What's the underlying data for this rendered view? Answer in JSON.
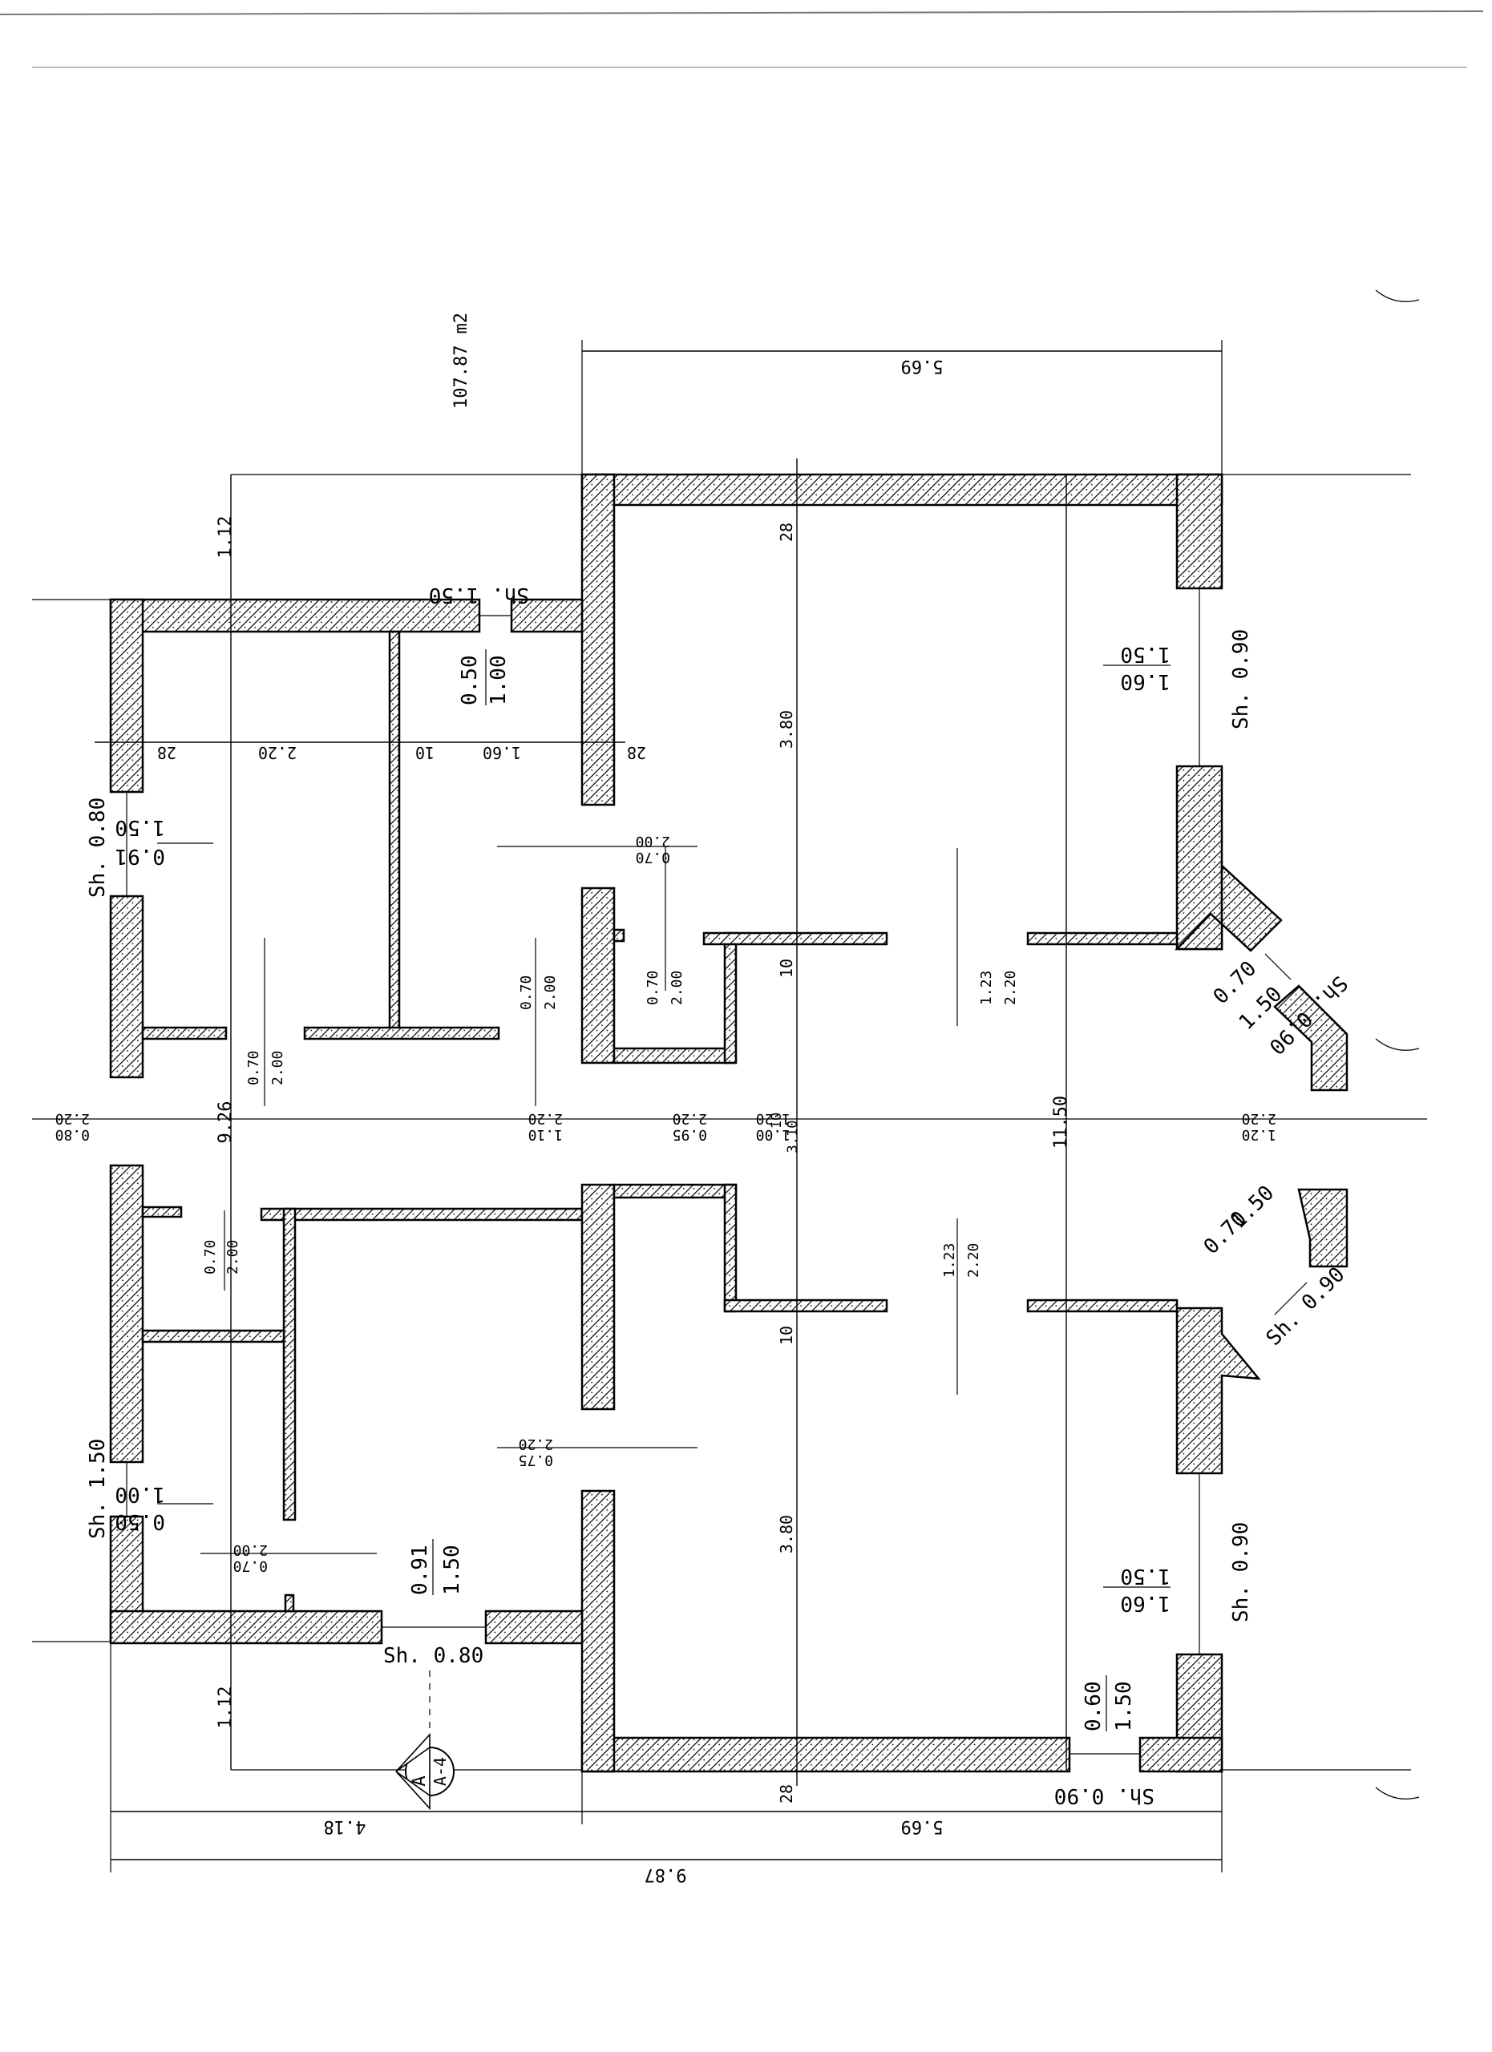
{
  "area": {
    "value": "107.87",
    "unit": "m2"
  },
  "overall_dimensions": {
    "top_width": "5.69",
    "bottom_right_width": "5.69",
    "bottom_left_width": "4.18",
    "total_width": "9.87",
    "right_height": "11.50",
    "left_height": "9.26",
    "left_top_offset": "1.12",
    "left_bottom_offset": "1.12"
  },
  "right_wing_vertical": {
    "top_wall": "28",
    "upper_room": "3.80",
    "upper_partition": "10",
    "middle": "3.10",
    "middle_small": "10",
    "lower_partition": "10",
    "lower_room": "3.80",
    "bottom_wall": "28"
  },
  "left_wing_row": {
    "wall_left": "28",
    "room": "2.20",
    "partition": "10",
    "room2": "1.60",
    "wall_right": "28"
  },
  "openings": {
    "left_window_top": {
      "sh": "Sh. 1.50",
      "w": "0.50",
      "h": "1.00"
    },
    "left_window_side": {
      "sh": "Sh. 0.80",
      "w": "0.91",
      "h": "1.50"
    },
    "right_window_upper": {
      "sh": "Sh. 0.90",
      "w": "1.60",
      "h": "1.50"
    },
    "right_bay_upper": {
      "sh": "Sh. 0.90",
      "w": "0.70",
      "h": "1.50"
    },
    "right_bay_lower": {
      "sh": "Sh. 0.90",
      "w": "0.70",
      "h": "1.50"
    },
    "right_window_lower": {
      "sh": "Sh. 0.90",
      "w": "1.60",
      "h": "1.50"
    },
    "left_window_lower_side": {
      "sh": "Sh. 1.50",
      "w": "0.50",
      "h": "1.00"
    },
    "left_window_bottom": {
      "sh": "Sh. 0.80",
      "w": "0.91",
      "h": "1.50"
    },
    "right_window_bottom": {
      "sh": "Sh. 0.90",
      "w": "0.60",
      "h": "1.50"
    }
  },
  "doors": {
    "d1": {
      "w": "0.70",
      "h": "2.00"
    },
    "d2": {
      "w": "0.70",
      "h": "2.00"
    },
    "d3": {
      "w": "0.70",
      "h": "2.00"
    },
    "d4": {
      "w": "0.70",
      "h": "2.00"
    },
    "d5": {
      "w": "0.70",
      "h": "2.00"
    },
    "d6": {
      "w": "0.70",
      "h": "2.00"
    },
    "d7": {
      "w": "0.75",
      "h": "2.20"
    },
    "o1": {
      "w": "1.23",
      "h": "2.20"
    },
    "o2": {
      "w": "1.23",
      "h": "2.20"
    }
  },
  "middle_openings": {
    "m1": {
      "w": "0.80",
      "h": "2.20"
    },
    "m2": {
      "w": "1.10",
      "h": "2.20"
    },
    "m3": {
      "w": "0.95",
      "h": "2.20"
    },
    "m4": {
      "w": "1.00",
      "h": "1.20"
    },
    "m5": {
      "w": "1.20",
      "h": "2.20"
    }
  },
  "section_marker": {
    "letter": "A",
    "sheet": "A-4"
  }
}
